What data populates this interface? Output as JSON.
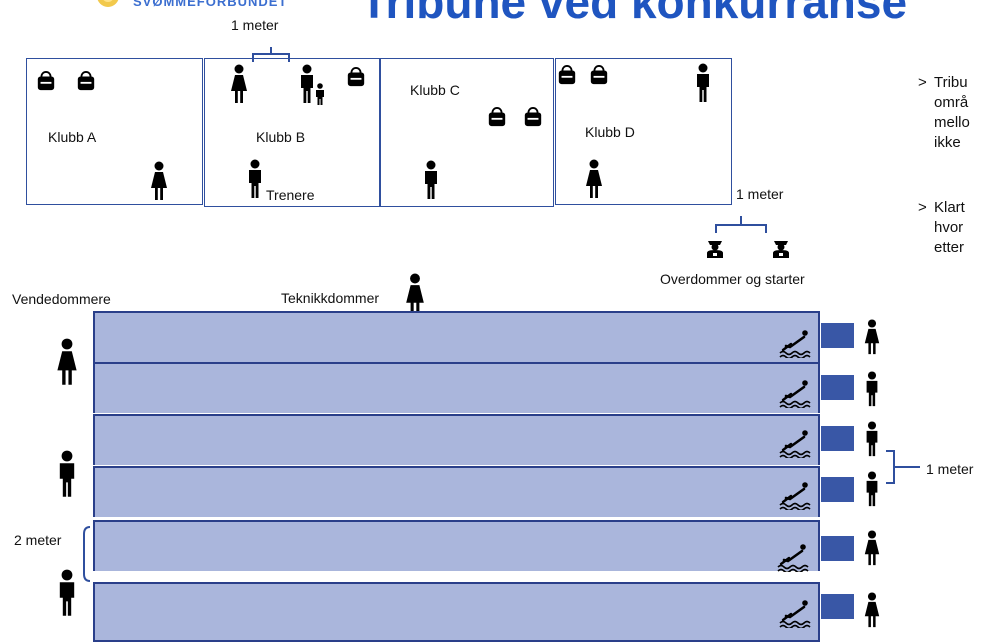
{
  "header": {
    "logo_text": "SVØMMEFORBUNDET",
    "title": "Tribune ved konkurranse"
  },
  "clubs": {
    "a_label": "Klubb A",
    "b_label": "Klubb B",
    "c_label": "Klubb C",
    "d_label": "Klubb D",
    "coaches_label": "Trenere",
    "spacing_label": "1 meter"
  },
  "officials": {
    "referee_spacing_label": "1 meter",
    "referee_label": "Overdommer og starter",
    "technical_label": "Teknikkdommer",
    "turn_judges_label": "Vendedommere"
  },
  "pool": {
    "lane_count": 6,
    "lane_spacing_label": "2 meter",
    "timer_spacing_label": "1 meter"
  },
  "bullets": [
    {
      "marker": ">",
      "lines": [
        "Tribu",
        "områ",
        "mello",
        "ikke"
      ]
    },
    {
      "marker": ">",
      "lines": [
        "Klart",
        "hvor",
        "etter"
      ]
    }
  ],
  "colors": {
    "title_blue": "#1f55c0",
    "lane_fill": "#aab6dc",
    "lane_border": "#2a3f8a",
    "timer_block": "#3957a6",
    "club_border": "#2f4f9e"
  }
}
